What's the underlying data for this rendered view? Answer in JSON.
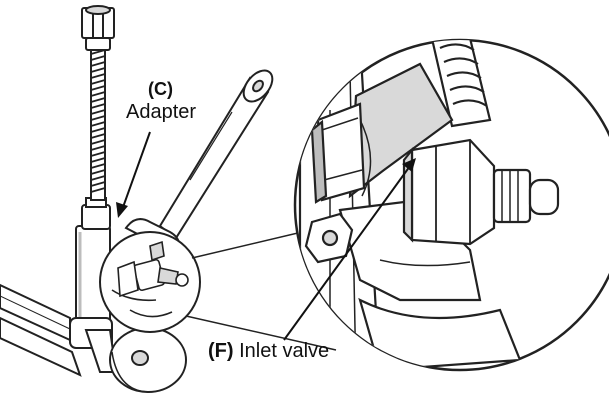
{
  "labels": {
    "adapter": {
      "code": "(C)",
      "name": "Adapter"
    },
    "inlet_valve": {
      "code": "(F)",
      "name": "Inlet valve"
    }
  },
  "colors": {
    "line": "#222222",
    "fill": "#ffffff",
    "shade": "#d9d9d9",
    "shade_dark": "#bdbdbd",
    "text": "#111111"
  }
}
